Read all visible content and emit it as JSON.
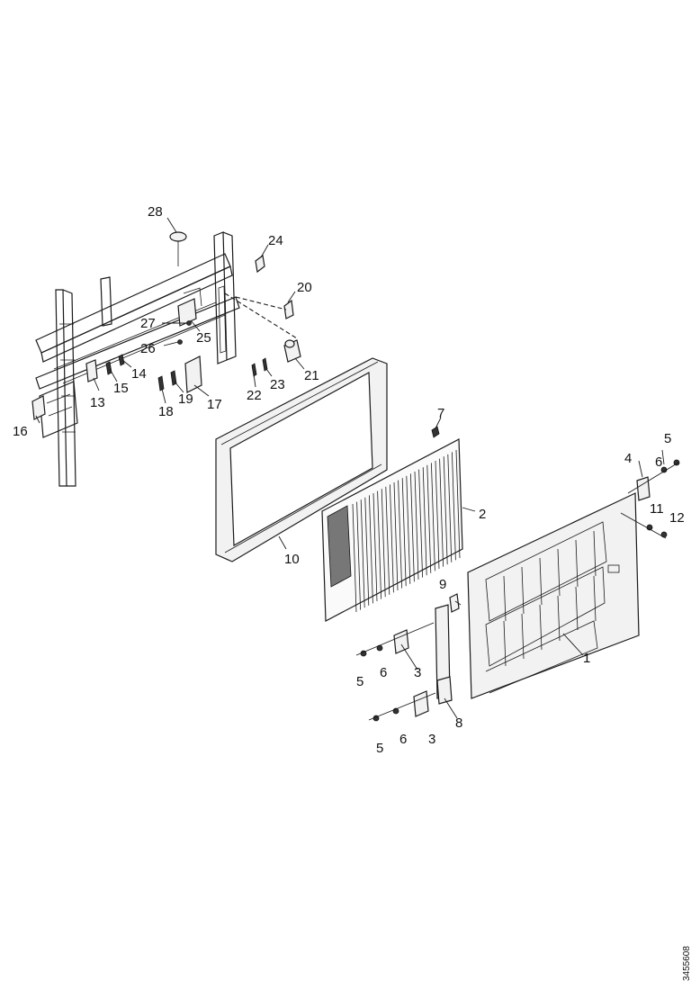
{
  "callouts": [
    "28",
    "24",
    "20",
    "27",
    "25",
    "26",
    "14",
    "15",
    "13",
    "16",
    "18",
    "19",
    "17",
    "22",
    "23",
    "21",
    "7",
    "2",
    "10",
    "4",
    "5",
    "6",
    "11",
    "12",
    "9",
    "1",
    "5",
    "6",
    "3",
    "5",
    "6",
    "3",
    "8"
  ],
  "doc_id": "3455608"
}
